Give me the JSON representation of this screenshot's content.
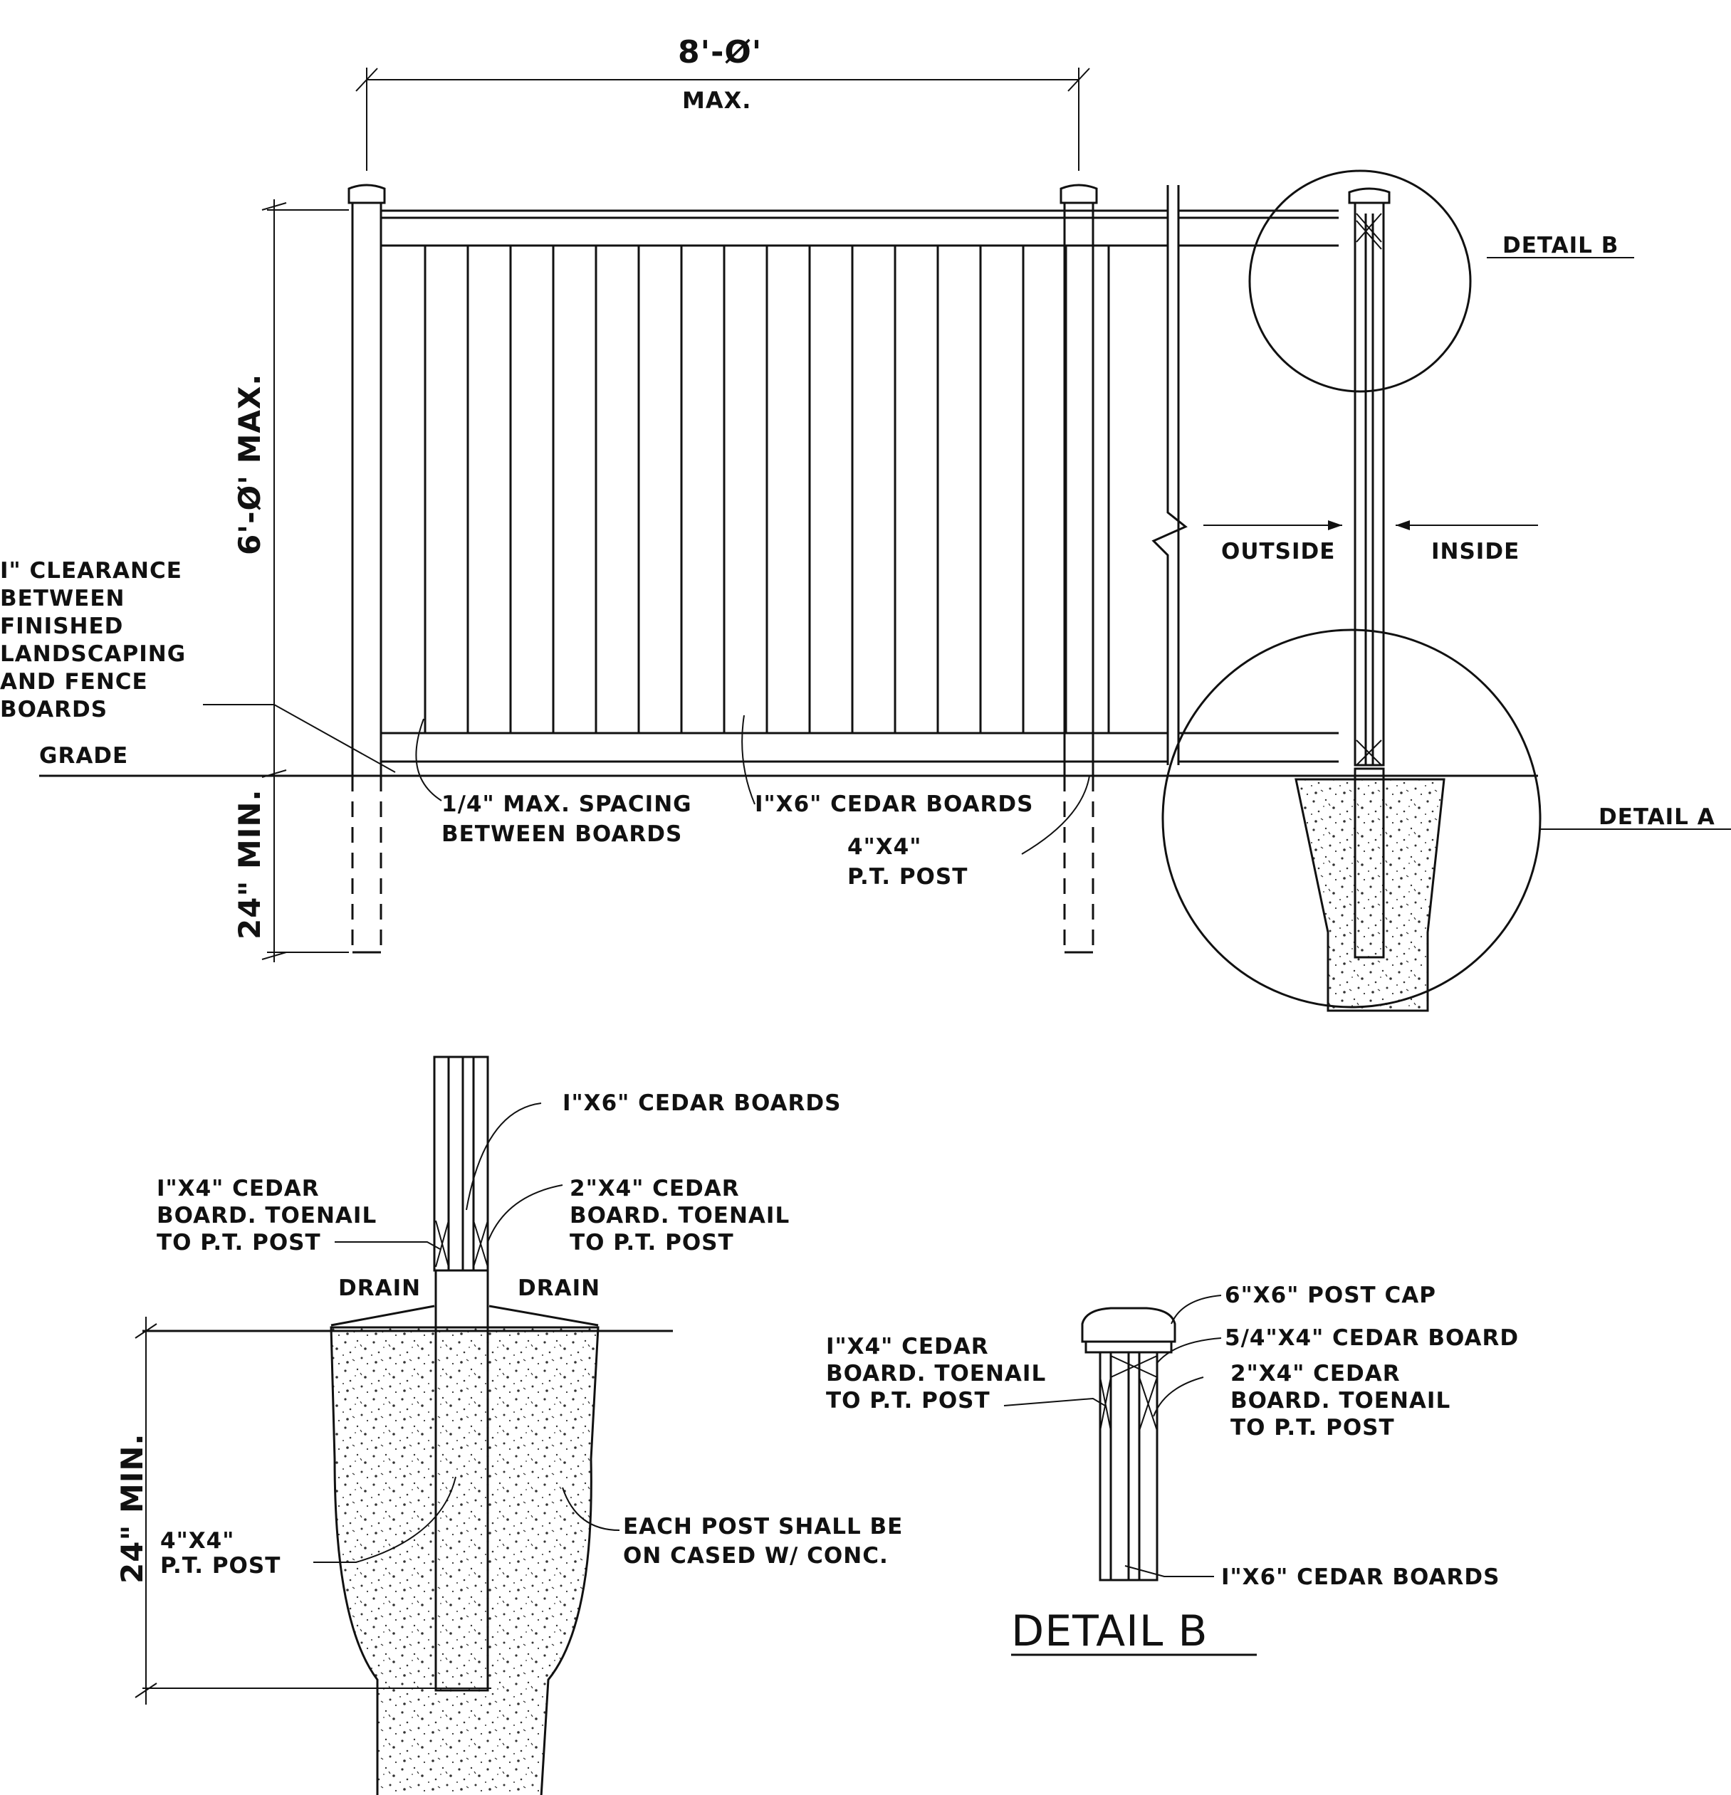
{
  "elevation": {
    "width_dim": "8'-Ø'",
    "width_dim_note": "MAX.",
    "height_dim": "6'-Ø' MAX.",
    "depth_dim": "24\" MIN.",
    "clearance_note": [
      "I\" CLEARANCE",
      "BETWEEN",
      "FINISHED",
      "LANDSCAPING",
      "AND  FENCE",
      "BOARDS"
    ],
    "grade": "GRADE",
    "spacing_note": [
      "1/4\" MAX. SPACING",
      "BETWEEN BOARDS"
    ],
    "board_note": "I\"X6\" CEDAR BOARDS",
    "post_note": [
      "4\"X4\"",
      "P.T. POST"
    ]
  },
  "section": {
    "detail_b_ref": "DETAIL B",
    "detail_a_ref": "DETAIL A",
    "outside": "OUTSIDE",
    "inside": "INSIDE"
  },
  "detail_a": {
    "board_note": "I\"X6\" CEDAR BOARDS",
    "left_note": [
      "I\"X4\" CEDAR",
      "BOARD. TOENAIL",
      "TO P.T. POST"
    ],
    "right_note": [
      "2\"X4\" CEDAR",
      "BOARD. TOENAIL",
      "TO P.T. POST"
    ],
    "drain_left": "DRAIN",
    "drain_right": "DRAIN",
    "depth_dim": "24\" MIN.",
    "post_note": [
      "4\"X4\"",
      "P.T. POST"
    ],
    "concrete_note": [
      "EACH POST SHALL BE",
      "ON CASED W/ CONC."
    ]
  },
  "detail_b": {
    "title": "DETAIL B",
    "post_cap": "6\"X6\" POST CAP",
    "top_board": "5/4\"X4\" CEDAR BOARD",
    "left_note": [
      "I\"X4\" CEDAR",
      "BOARD. TOENAIL",
      "TO P.T. POST"
    ],
    "right_note": [
      "2\"X4\" CEDAR",
      "BOARD. TOENAIL",
      "TO P.T. POST"
    ],
    "board_note": "I\"X6\" CEDAR BOARDS"
  }
}
